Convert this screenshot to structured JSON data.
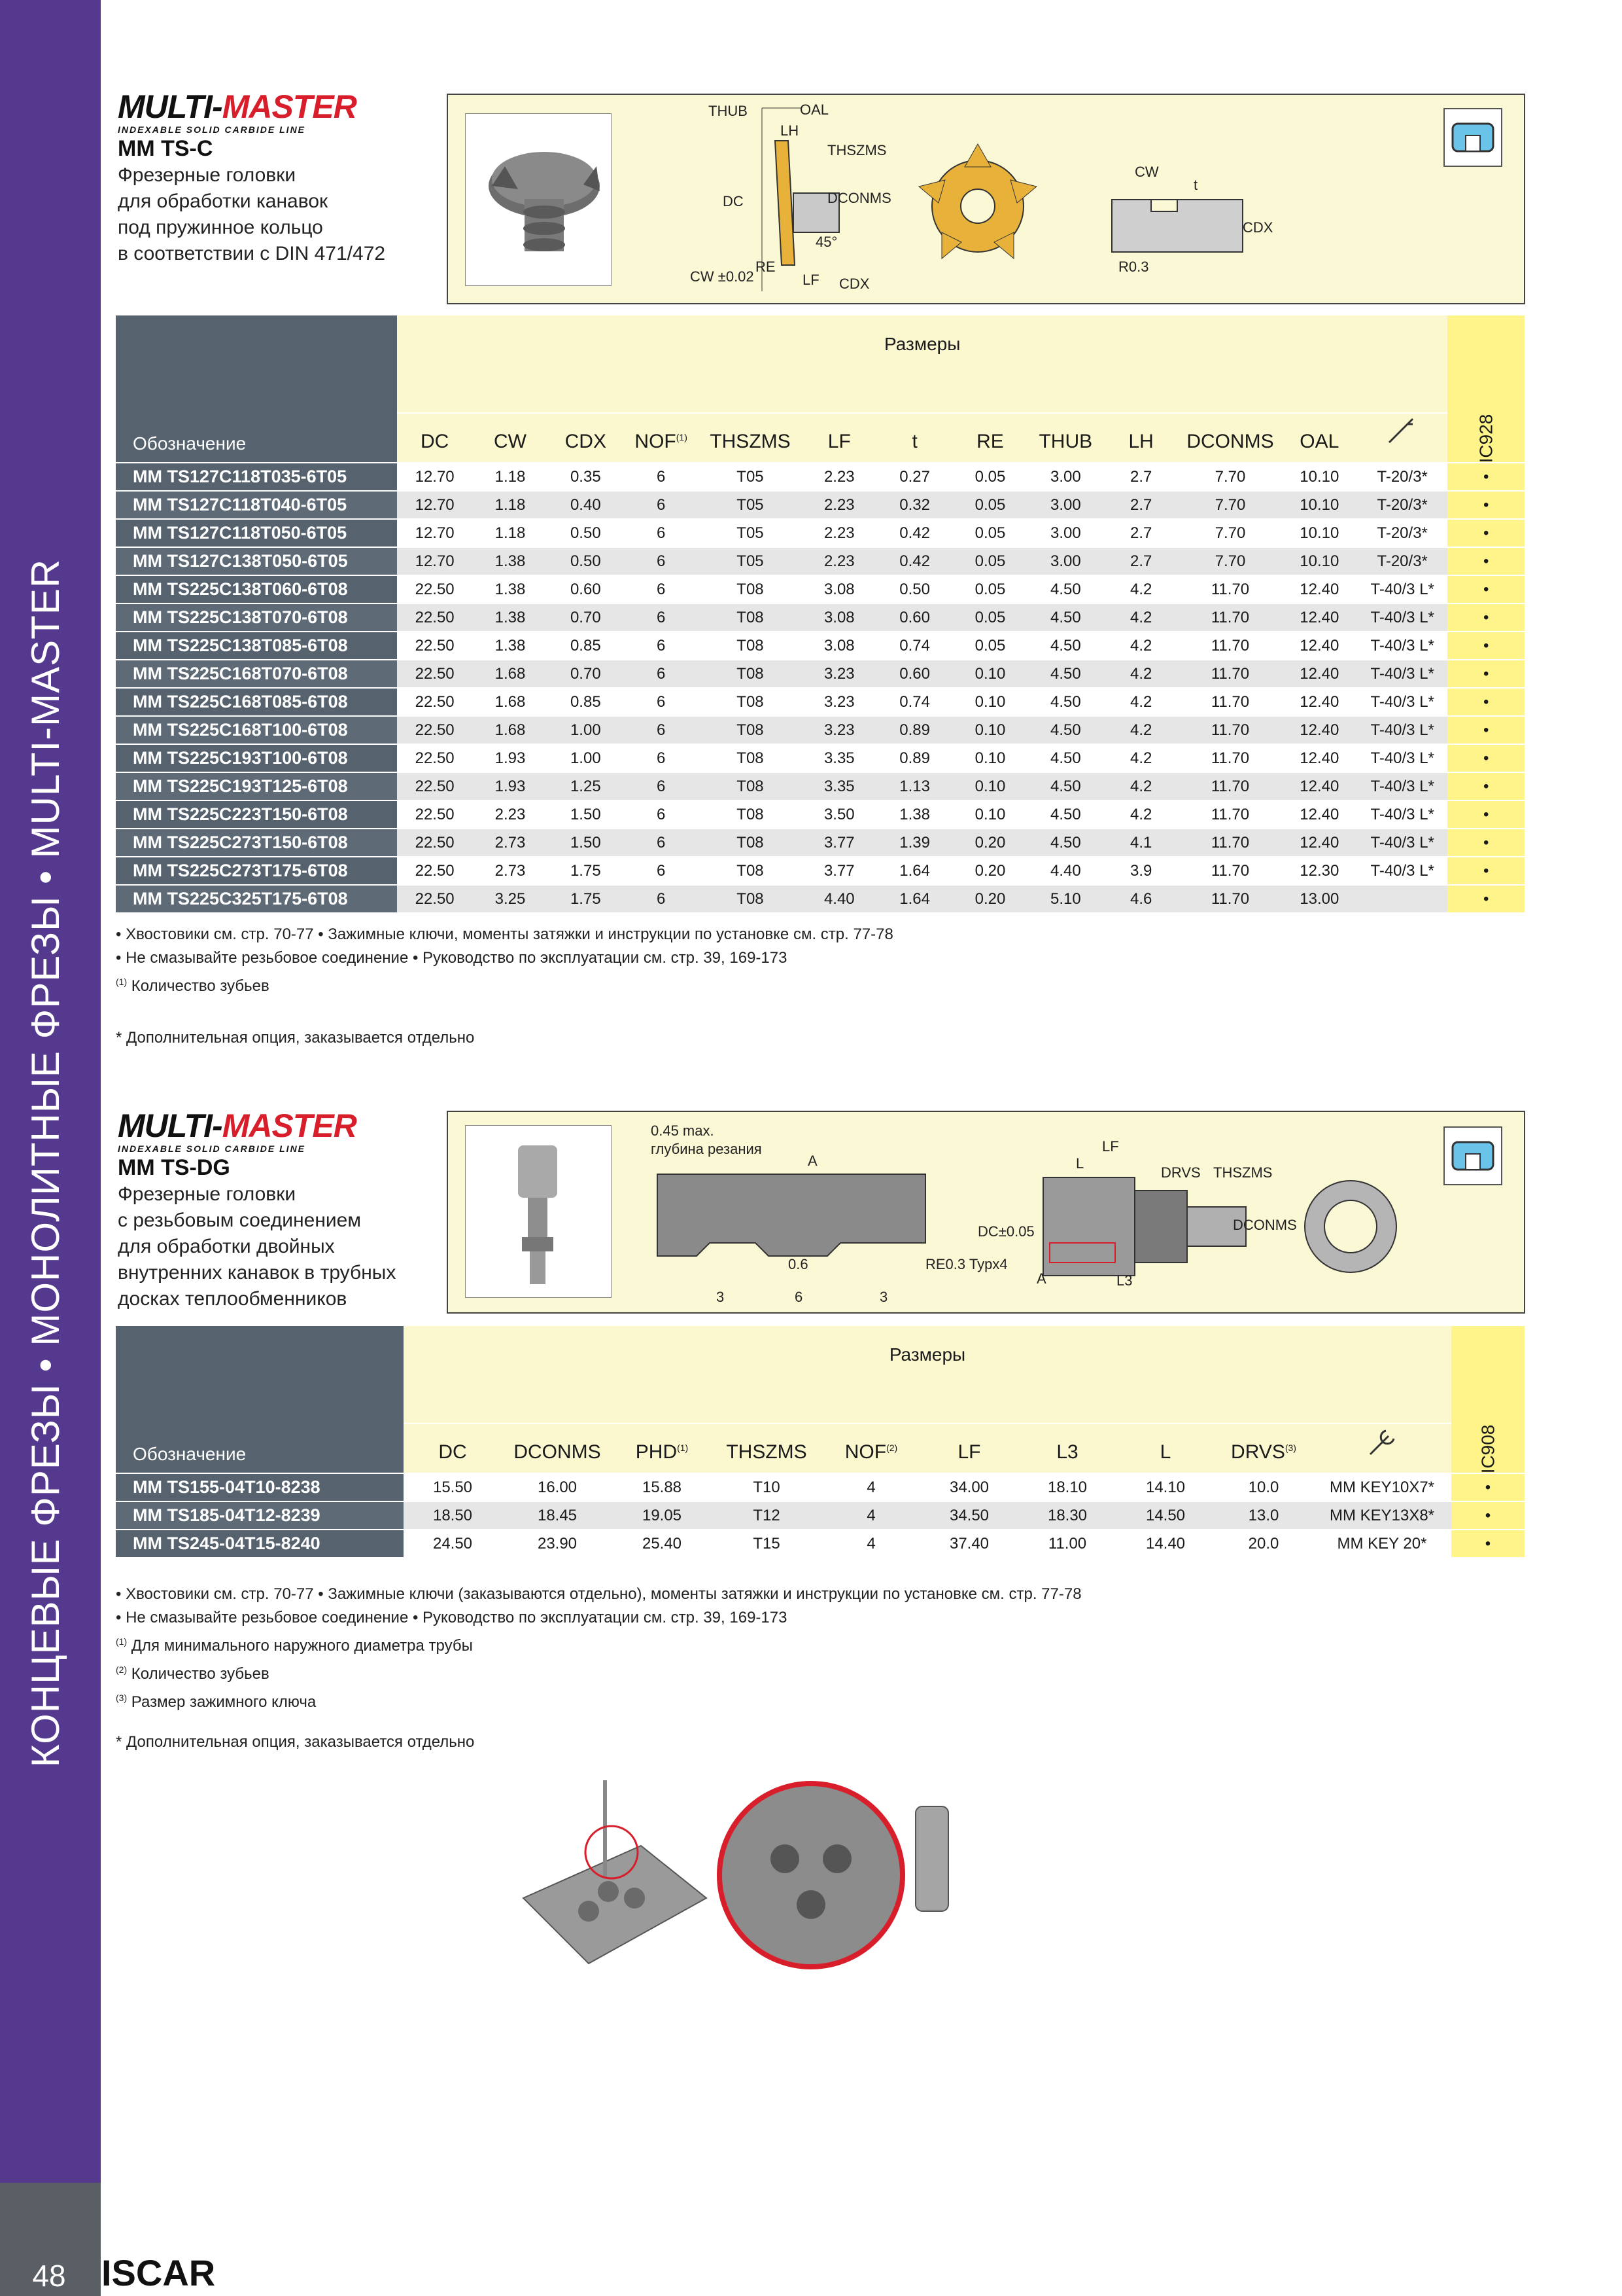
{
  "sidebar": {
    "title": "КОНЦЕВЫЕ ФРЕЗЫ • МОНОЛИТНЫЕ ФРЕЗЫ • MULTI-MASTER",
    "page_number": "48",
    "brand": "ISCAR"
  },
  "logo": {
    "part1": "MULTI-",
    "part2": "MASTER",
    "tagline": "INDEXABLE SOLID CARBIDE LINE"
  },
  "section1": {
    "product_title": "MM TS-C",
    "description": "Фрезерные головки\nдля обработки канавок\nпод пружинное кольцо\nв соответствии с DIN 471/472",
    "drawing_labels": {
      "thub": "THUB",
      "oal": "OAL",
      "lh": "LH",
      "thszms": "THSZMS",
      "dc": "DC",
      "dconms": "DCONMS",
      "angle": "45°",
      "re": "RE",
      "cw_tol": "CW ±0.02",
      "lf": "LF",
      "cdx": "CDX",
      "cw": "CW",
      "t": "t",
      "r03": "R0.3"
    },
    "table": {
      "group_header": "Размеры",
      "designation_header": "Обозначение",
      "columns": [
        "DC",
        "CW",
        "CDX",
        "NOF",
        "THSZMS",
        "LF",
        "t",
        "RE",
        "THUB",
        "LH",
        "DCONMS",
        "OAL"
      ],
      "nof_sup": "(1)",
      "grade": "IC928",
      "rows": [
        {
          "name": "MM TS127C118T035-6T05",
          "v": [
            "12.70",
            "1.18",
            "0.35",
            "6",
            "T05",
            "2.23",
            "0.27",
            "0.05",
            "3.00",
            "2.7",
            "7.70",
            "10.10",
            "T-20/3*"
          ],
          "dot": "•"
        },
        {
          "name": "MM TS127C118T040-6T05",
          "v": [
            "12.70",
            "1.18",
            "0.40",
            "6",
            "T05",
            "2.23",
            "0.32",
            "0.05",
            "3.00",
            "2.7",
            "7.70",
            "10.10",
            "T-20/3*"
          ],
          "dot": "•"
        },
        {
          "name": "MM TS127C118T050-6T05",
          "v": [
            "12.70",
            "1.18",
            "0.50",
            "6",
            "T05",
            "2.23",
            "0.42",
            "0.05",
            "3.00",
            "2.7",
            "7.70",
            "10.10",
            "T-20/3*"
          ],
          "dot": "•"
        },
        {
          "name": "MM TS127C138T050-6T05",
          "v": [
            "12.70",
            "1.38",
            "0.50",
            "6",
            "T05",
            "2.23",
            "0.42",
            "0.05",
            "3.00",
            "2.7",
            "7.70",
            "10.10",
            "T-20/3*"
          ],
          "dot": "•"
        },
        {
          "name": "MM TS225C138T060-6T08",
          "v": [
            "22.50",
            "1.38",
            "0.60",
            "6",
            "T08",
            "3.08",
            "0.50",
            "0.05",
            "4.50",
            "4.2",
            "11.70",
            "12.40",
            "T-40/3 L*"
          ],
          "dot": "•"
        },
        {
          "name": "MM TS225C138T070-6T08",
          "v": [
            "22.50",
            "1.38",
            "0.70",
            "6",
            "T08",
            "3.08",
            "0.60",
            "0.05",
            "4.50",
            "4.2",
            "11.70",
            "12.40",
            "T-40/3 L*"
          ],
          "dot": "•"
        },
        {
          "name": "MM TS225C138T085-6T08",
          "v": [
            "22.50",
            "1.38",
            "0.85",
            "6",
            "T08",
            "3.08",
            "0.74",
            "0.05",
            "4.50",
            "4.2",
            "11.70",
            "12.40",
            "T-40/3 L*"
          ],
          "dot": "•"
        },
        {
          "name": "MM TS225C168T070-6T08",
          "v": [
            "22.50",
            "1.68",
            "0.70",
            "6",
            "T08",
            "3.23",
            "0.60",
            "0.10",
            "4.50",
            "4.2",
            "11.70",
            "12.40",
            "T-40/3 L*"
          ],
          "dot": "•"
        },
        {
          "name": "MM TS225C168T085-6T08",
          "v": [
            "22.50",
            "1.68",
            "0.85",
            "6",
            "T08",
            "3.23",
            "0.74",
            "0.10",
            "4.50",
            "4.2",
            "11.70",
            "12.40",
            "T-40/3 L*"
          ],
          "dot": "•"
        },
        {
          "name": "MM TS225C168T100-6T08",
          "v": [
            "22.50",
            "1.68",
            "1.00",
            "6",
            "T08",
            "3.23",
            "0.89",
            "0.10",
            "4.50",
            "4.2",
            "11.70",
            "12.40",
            "T-40/3 L*"
          ],
          "dot": "•"
        },
        {
          "name": "MM TS225C193T100-6T08",
          "v": [
            "22.50",
            "1.93",
            "1.00",
            "6",
            "T08",
            "3.35",
            "0.89",
            "0.10",
            "4.50",
            "4.2",
            "11.70",
            "12.40",
            "T-40/3 L*"
          ],
          "dot": "•"
        },
        {
          "name": "MM TS225C193T125-6T08",
          "v": [
            "22.50",
            "1.93",
            "1.25",
            "6",
            "T08",
            "3.35",
            "1.13",
            "0.10",
            "4.50",
            "4.2",
            "11.70",
            "12.40",
            "T-40/3 L*"
          ],
          "dot": "•"
        },
        {
          "name": "MM TS225C223T150-6T08",
          "v": [
            "22.50",
            "2.23",
            "1.50",
            "6",
            "T08",
            "3.50",
            "1.38",
            "0.10",
            "4.50",
            "4.2",
            "11.70",
            "12.40",
            "T-40/3 L*"
          ],
          "dot": "•"
        },
        {
          "name": "MM TS225C273T150-6T08",
          "v": [
            "22.50",
            "2.73",
            "1.50",
            "6",
            "T08",
            "3.77",
            "1.39",
            "0.20",
            "4.50",
            "4.1",
            "11.70",
            "12.40",
            "T-40/3 L*"
          ],
          "dot": "•"
        },
        {
          "name": "MM TS225C273T175-6T08",
          "v": [
            "22.50",
            "2.73",
            "1.75",
            "6",
            "T08",
            "3.77",
            "1.64",
            "0.20",
            "4.40",
            "3.9",
            "11.70",
            "12.30",
            "T-40/3 L*"
          ],
          "dot": "•"
        },
        {
          "name": "MM TS225C325T175-6T08",
          "v": [
            "22.50",
            "3.25",
            "1.75",
            "6",
            "T08",
            "4.40",
            "1.64",
            "0.20",
            "5.10",
            "4.6",
            "11.70",
            "13.00",
            ""
          ],
          "dot": "•"
        }
      ]
    },
    "notes": [
      "• Хвостовики см. стр. 70-77 • Зажимные ключи, моменты затяжки и инструкции по установке см. стр. 77-78",
      "• Не смазывайте резьбовое соединение • Руководство по эксплуатации см. стр. 39, 169-173"
    ],
    "footnote_mark": "(1)",
    "footnote_text": "Количество зубьев",
    "asterisk_note": "* Дополнительная опция, заказывается отдельно"
  },
  "section2": {
    "product_title": "MM TS-DG",
    "description": "Фрезерные головки\nс резьбовым соединением\nдля обработки двойных\nвнутренних канавок в трубных\nдосках теплообменников",
    "drawing_labels": {
      "depth_max": "0.45 max.",
      "depth_text": "глубина резания",
      "a": "A",
      "d06": "0.6",
      "d3a": "3",
      "d6": "6",
      "d3b": "3",
      "re_typ": "RE0.3 Typx4",
      "lf": "LF",
      "l": "L",
      "drvs": "DRVS",
      "thszms": "THSZMS",
      "dc_tol": "DC±0.05",
      "dconms": "DCONMS",
      "l3": "L3"
    },
    "table": {
      "group_header": "Размеры",
      "designation_header": "Обозначение",
      "columns": [
        "DC",
        "DCONMS",
        "PHD",
        "THSZMS",
        "NOF",
        "LF",
        "L3",
        "L",
        "DRVS"
      ],
      "phd_sup": "(1)",
      "nof_sup": "(2)",
      "drvs_sup": "(3)",
      "grade": "IC908",
      "rows": [
        {
          "name": "MM TS155-04T10-8238",
          "v": [
            "15.50",
            "16.00",
            "15.88",
            "T10",
            "4",
            "34.00",
            "18.10",
            "14.10",
            "10.0",
            "MM KEY10X7*"
          ],
          "dot": "•"
        },
        {
          "name": "MM TS185-04T12-8239",
          "v": [
            "18.50",
            "18.45",
            "19.05",
            "T12",
            "4",
            "34.50",
            "18.30",
            "14.50",
            "13.0",
            "MM KEY13X8*"
          ],
          "dot": "•"
        },
        {
          "name": "MM TS245-04T15-8240",
          "v": [
            "24.50",
            "23.90",
            "25.40",
            "T15",
            "4",
            "37.40",
            "11.00",
            "14.40",
            "20.0",
            "MM KEY 20*"
          ],
          "dot": "•"
        }
      ]
    },
    "notes": [
      "• Хвостовики см. стр. 70-77 • Зажимные ключи (заказываются отдельно), моменты затяжки и инструкции по установке см. стр. 77-78",
      "• Не смазывайте резьбовое соединение • Руководство по эксплуатации см. стр. 39, 169-173"
    ],
    "footnotes": [
      {
        "mark": "(1)",
        "text": "Для минимального наружного диаметра трубы"
      },
      {
        "mark": "(2)",
        "text": "Количество зубьев"
      },
      {
        "mark": "(3)",
        "text": "Размер зажимного ключа"
      }
    ],
    "asterisk_note": "* Дополнительная опция, заказывается отдельно"
  },
  "colors": {
    "sidebar": "#54398f",
    "table_header": "#56636e",
    "drawing_bg": "#fbf8d6",
    "grade_col": "#fef48a",
    "logo_red": "#d81e2a"
  }
}
